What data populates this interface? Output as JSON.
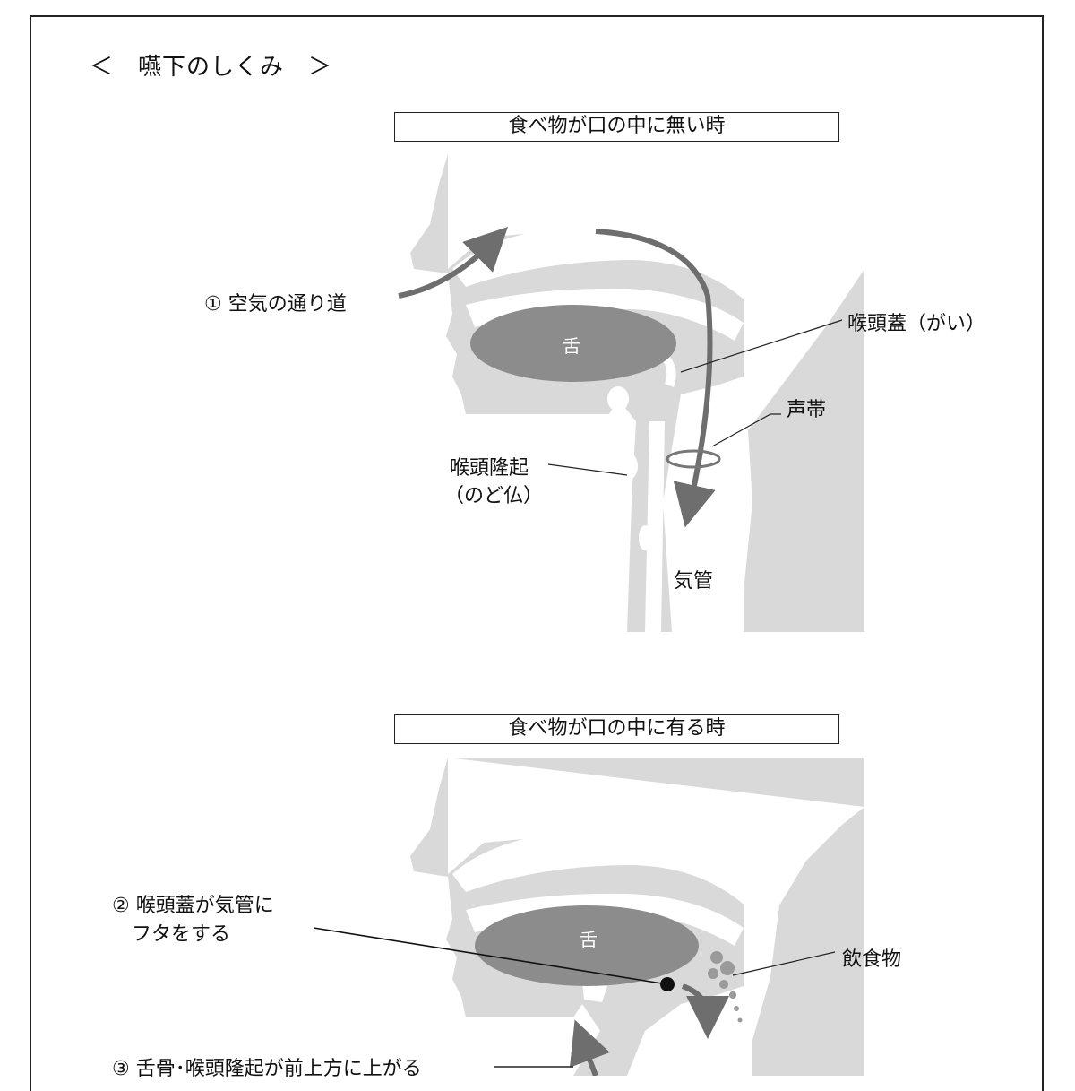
{
  "title": "＜　嚥下のしくみ　＞",
  "sections": [
    {
      "heading": "食べ物が口の中に無い時",
      "tongue": "舌",
      "labels": {
        "airway": "① 空気の通り道",
        "epiglottis": "喉頭蓋（がい）",
        "vocal_cords": "声帯",
        "larynx_line1": "喉頭隆起",
        "larynx_line2": "（のど仏）",
        "trachea": "気管"
      }
    },
    {
      "heading": "食べ物が口の中に有る時",
      "tongue": "舌",
      "labels": {
        "epiglottis_cover_line1": "② 喉頭蓋が気管に",
        "epiglottis_cover_line2": "　フタをする",
        "food": "飲食物",
        "hyoid_raise": "③ 舌骨･喉頭隆起が前上方に上がる"
      }
    }
  ],
  "colors": {
    "anatomy_light": "#d9d9d9",
    "tongue": "#8c8c8c",
    "arrow": "#6e6e6e",
    "line": "#222222"
  }
}
